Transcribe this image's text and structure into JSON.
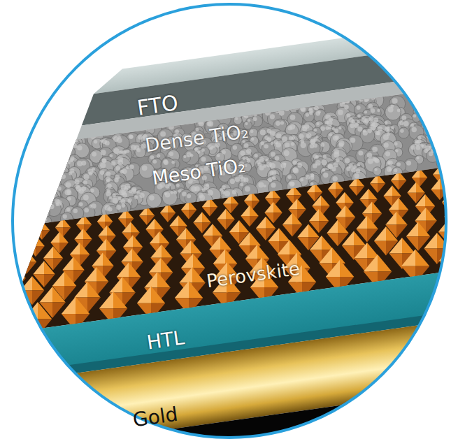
{
  "diagram": {
    "labels": [
      "FTO",
      "Dense TiO₂",
      "Meso TiO₂",
      "Perovskite",
      "HTL",
      "Gold"
    ]
  }
}
